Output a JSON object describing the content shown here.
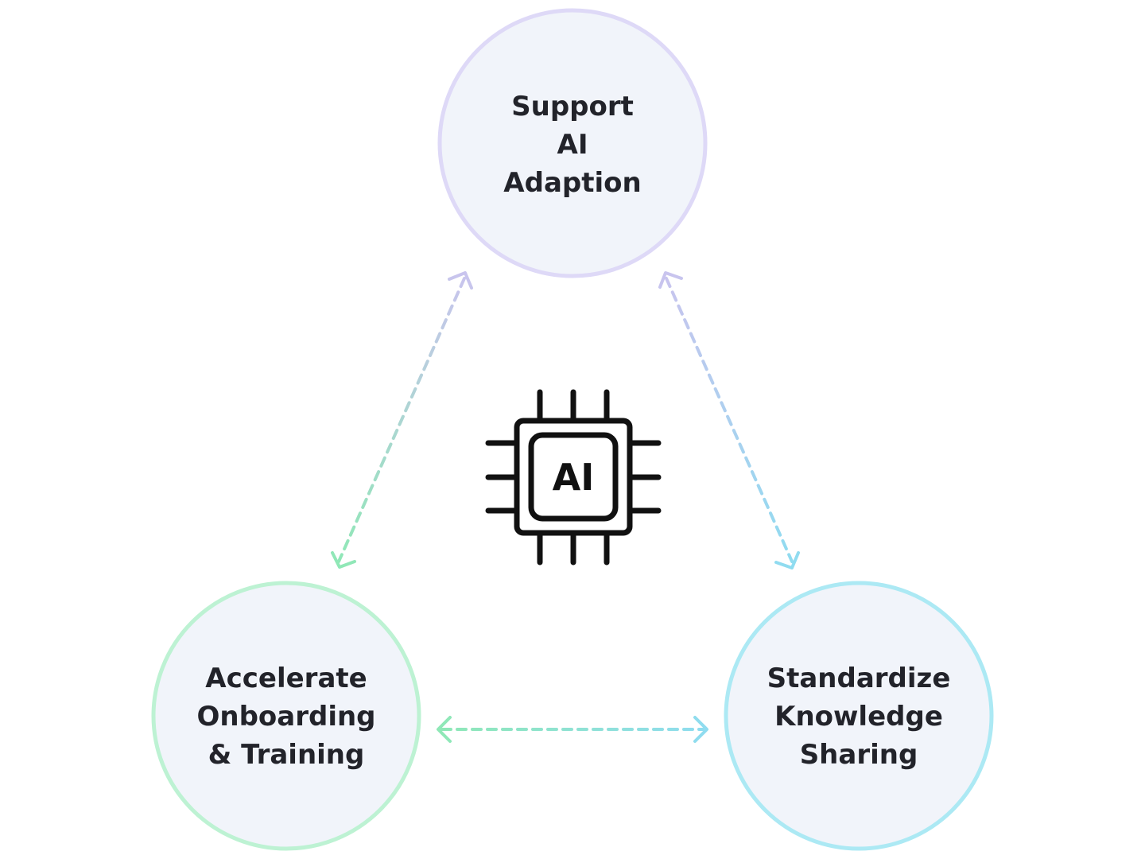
{
  "nodes": [
    {
      "id": "support-ai-adaption",
      "lines": [
        "Support",
        "AI",
        "Adaption"
      ],
      "ring_color": "#ded9f7"
    },
    {
      "id": "accelerate-onboarding-training",
      "lines": [
        "Accelerate",
        "Onboarding",
        "& Training"
      ],
      "ring_color": "#bdf2d3"
    },
    {
      "id": "standardize-knowledge-sharing",
      "lines": [
        "Standardize",
        "Knowledge",
        "Sharing"
      ],
      "ring_color": "#ace9f4"
    }
  ],
  "center_icon": {
    "name": "ai-chip-icon",
    "label": "AI"
  },
  "connectors": [
    {
      "name": "connector-support-to-accelerate",
      "bidirectional": true,
      "colors": [
        "#c9c4ee",
        "#8fe8b6"
      ]
    },
    {
      "name": "connector-support-to-standardize",
      "bidirectional": true,
      "colors": [
        "#c9c4ee",
        "#8fdcf0"
      ]
    },
    {
      "name": "connector-accelerate-to-standardize",
      "bidirectional": true,
      "colors": [
        "#8fe8b6",
        "#8fdcf0"
      ]
    }
  ],
  "colors": {
    "node_fill": "#f1f4fa",
    "label_text": "#22232a",
    "icon_stroke": "#111111"
  }
}
